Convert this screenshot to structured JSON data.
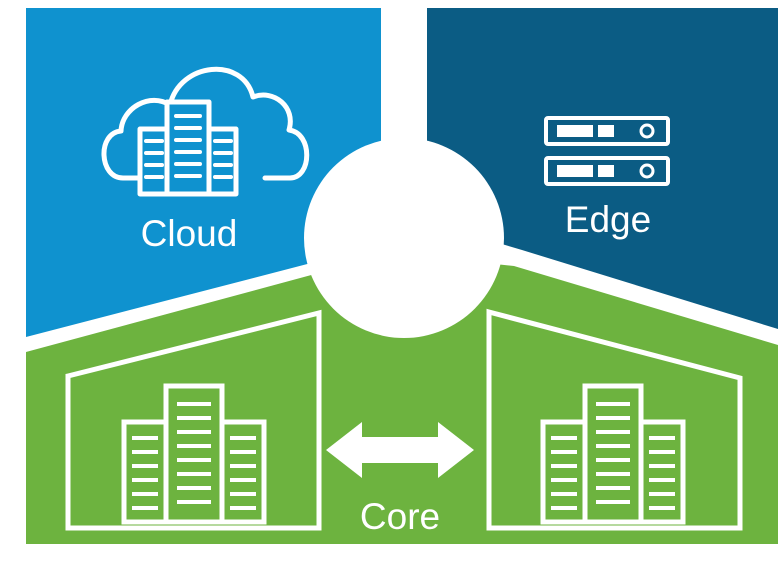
{
  "colors": {
    "cloud": "#0f92cf",
    "edge": "#0b5c84",
    "core": "#6db33f",
    "white": "#ffffff"
  },
  "sections": {
    "cloud": {
      "label": "Cloud",
      "icon": "cloud-datacenter-icon"
    },
    "edge": {
      "label": "Edge",
      "icon": "rack-server-icon"
    },
    "core": {
      "label": "Core",
      "icon": "bidirectional-arrow-icon"
    }
  }
}
